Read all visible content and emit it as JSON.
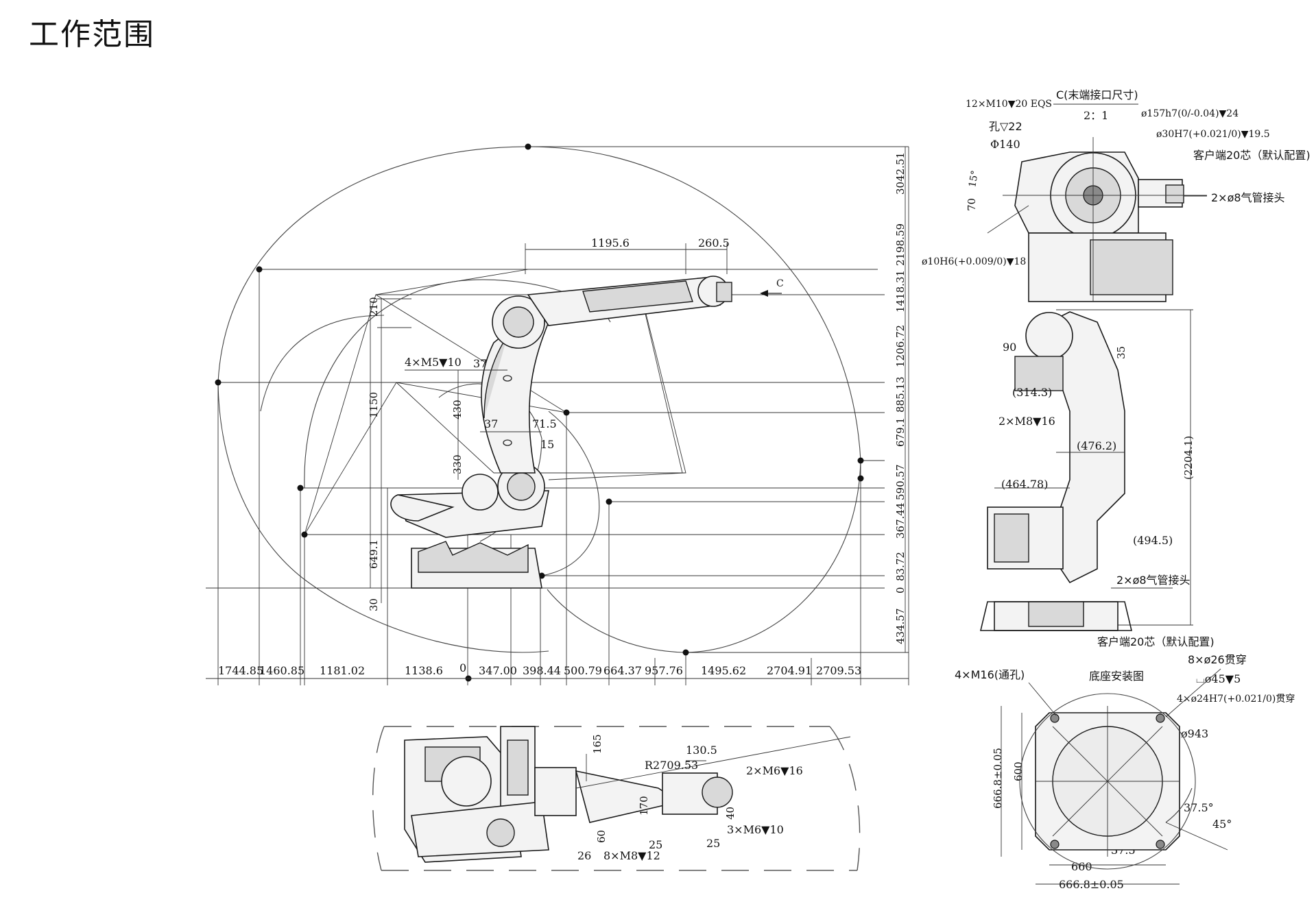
{
  "title": "工作范围",
  "main_view": {
    "top_dims": [
      "1195.6",
      "260.5"
    ],
    "view_arrow_label": "C",
    "left_dims": [
      "210",
      "1150",
      "649.1",
      "30"
    ],
    "inner_dims": [
      "4×M5▼10",
      "37",
      "430",
      "37",
      "71.5",
      "15",
      "330"
    ],
    "right_dims": [
      "3042.51",
      "2198.59",
      "1418.31",
      "1206.72",
      "885.13",
      "679.1",
      "590.57",
      "367.44",
      "83.72",
      "0",
      "434.57"
    ],
    "bottom_dims": [
      "1744.85",
      "1460.85",
      "1181.02",
      "1138.6",
      "0",
      "347.00",
      "398.44",
      "500.79",
      "664.37",
      "957.76",
      "1495.62",
      "2704.91",
      "2709.53"
    ]
  },
  "top_view": {
    "labels": [
      "165",
      "R2709.53",
      "130.5",
      "2×M6▼16",
      "170",
      "40",
      "3×M6▼10",
      "60",
      "25",
      "25",
      "26",
      "8×M8▼12"
    ]
  },
  "flange_view": {
    "header": "C(末端接口尺寸)",
    "scale": "2：1",
    "labels": [
      "12×M10▼20 EQS",
      "孔▽22",
      "Φ140",
      "15°",
      "70",
      "ø157h7(0/-0.04)▼24",
      "ø30H7(+0.021/0)▼19.5",
      "客户端20芯（默认配置)",
      "2×ø8气管接头",
      "ø10H6(+0.009/0)▼18"
    ]
  },
  "side_view": {
    "labels": [
      "90",
      "35",
      "(314.3)",
      "2×M8▼16",
      "(476.2)",
      "(464.78)",
      "(2204.1)",
      "(494.5)",
      "2×ø8气管接头",
      "客户端20芯（默认配置)"
    ]
  },
  "base_view": {
    "title": "底座安装图",
    "labels": [
      "4×M16(通孔)",
      "8×ø26贯穿",
      "⌴ø45▼5",
      "4×ø24H7(+0.021/0)贯穿",
      "ø943",
      "666.8±0.05",
      "600",
      "37.5°",
      "45°",
      "37.5°",
      "660",
      "666.8±0.05"
    ]
  }
}
